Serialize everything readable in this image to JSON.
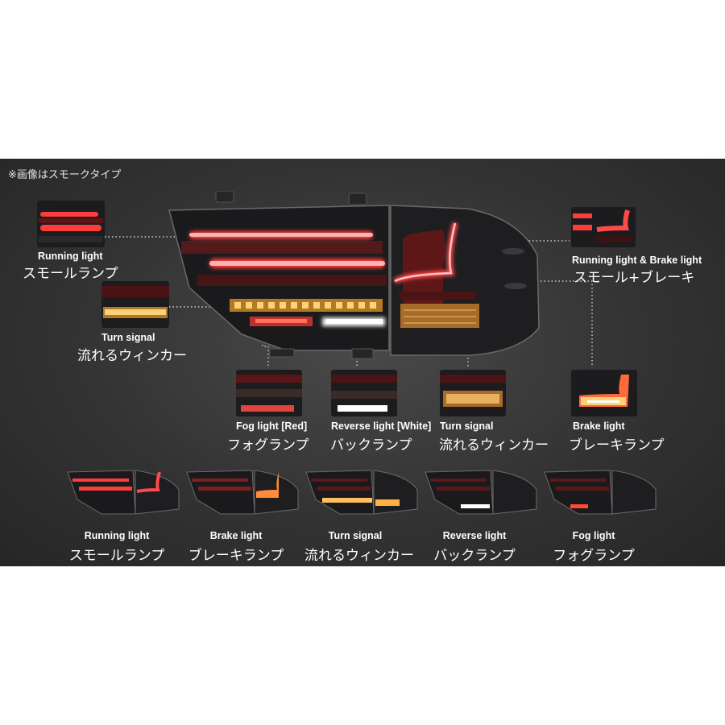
{
  "note": "※画像はスモークタイプ",
  "callouts": {
    "running_left": {
      "en": "Running light",
      "jp": "スモールランプ"
    },
    "turn_left": {
      "en": "Turn signal",
      "jp": "流れるウィンカー"
    },
    "running_brake": {
      "en": "Running light & Brake light",
      "jp": "スモール+ブレーキ"
    },
    "fog": {
      "en": "Fog light [Red]",
      "jp": "フォグランプ"
    },
    "reverse": {
      "en": "Reverse light [White]",
      "jp": "バックランプ"
    },
    "turn_mid": {
      "en": "Turn signal",
      "jp": "流れるウィンカー"
    },
    "brake": {
      "en": "Brake light",
      "jp": "ブレーキランプ"
    }
  },
  "modes": [
    {
      "en": "Running light",
      "jp": "スモールランプ"
    },
    {
      "en": "Brake light",
      "jp": "ブレーキランプ"
    },
    {
      "en": "Turn signal",
      "jp": "流れるウィンカー"
    },
    {
      "en": "Reverse light",
      "jp": "バックランプ"
    },
    {
      "en": "Fog light",
      "jp": "フォグランプ"
    }
  ],
  "colors": {
    "red_glow": "#ff3b3b",
    "amber": "#ffb347",
    "white": "#ffffff",
    "callout_line": "#cfcfcf",
    "dot": "#8fd3ff"
  }
}
